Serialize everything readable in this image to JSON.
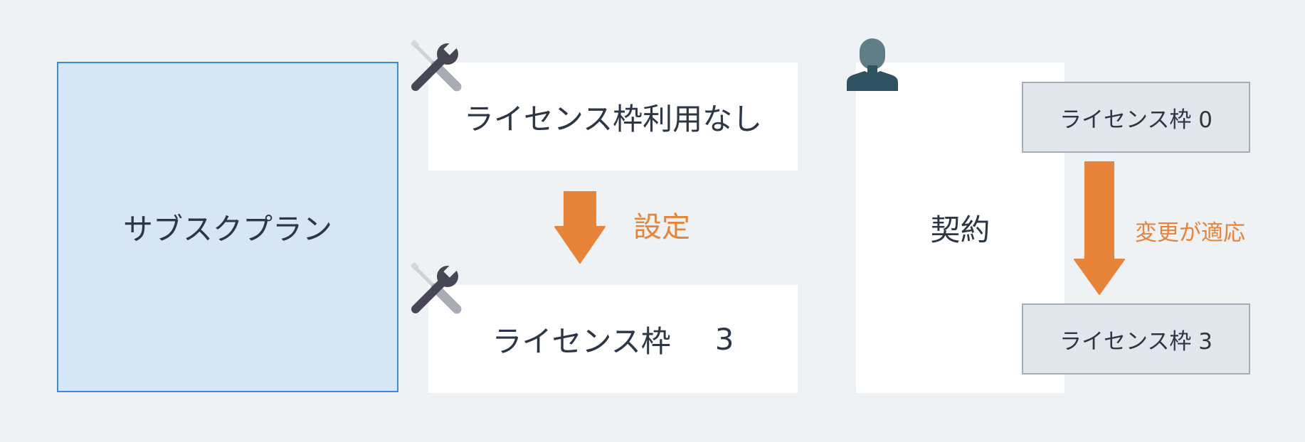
{
  "plan": {
    "label": "サブスクプラン"
  },
  "setting": {
    "before_label": "ライセンス枠利用なし",
    "after_label": "ライセンス枠",
    "after_value": "3",
    "action_label": "設定"
  },
  "contract": {
    "label": "契約",
    "before_label": "ライセンス枠 0",
    "after_label": "ライセンス枠 3",
    "action_label": "変更が適応"
  },
  "icons": {
    "settings_icon": "wrench-screwdriver-icon",
    "contract_icon": "person-icon"
  },
  "colors": {
    "background": "#eff2f5",
    "plan_fill": "#d6e6f5",
    "plan_border": "#3f8ad6",
    "arrow": "#e8833a",
    "text": "#2c3644",
    "gray_box_fill": "#e2e6ed",
    "gray_box_border": "#a4adb8"
  }
}
